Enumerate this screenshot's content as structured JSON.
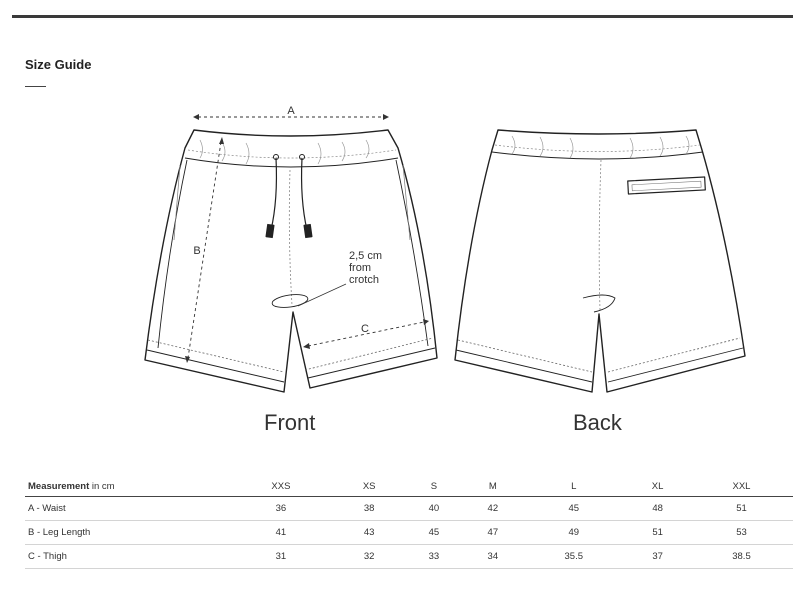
{
  "page": {
    "title": "Size Guide"
  },
  "diagram": {
    "labels": {
      "A": "A",
      "B": "B",
      "C": "C"
    },
    "annotation": [
      "2,5 cm",
      "from",
      "crotch"
    ],
    "views": {
      "front": "Front",
      "back": "Back"
    }
  },
  "table": {
    "header_title": "Measurement",
    "header_unit": "in cm",
    "sizes": [
      "XXS",
      "XS",
      "S",
      "M",
      "L",
      "XL",
      "XXL"
    ],
    "rows": [
      {
        "label": "A - Waist",
        "values": [
          "36",
          "38",
          "40",
          "42",
          "45",
          "48",
          "51"
        ]
      },
      {
        "label": "B - Leg Length",
        "values": [
          "41",
          "43",
          "45",
          "47",
          "49",
          "51",
          "53"
        ]
      },
      {
        "label": "C - Thigh",
        "values": [
          "31",
          "32",
          "33",
          "34",
          "35.5",
          "37",
          "38.5"
        ]
      }
    ]
  }
}
